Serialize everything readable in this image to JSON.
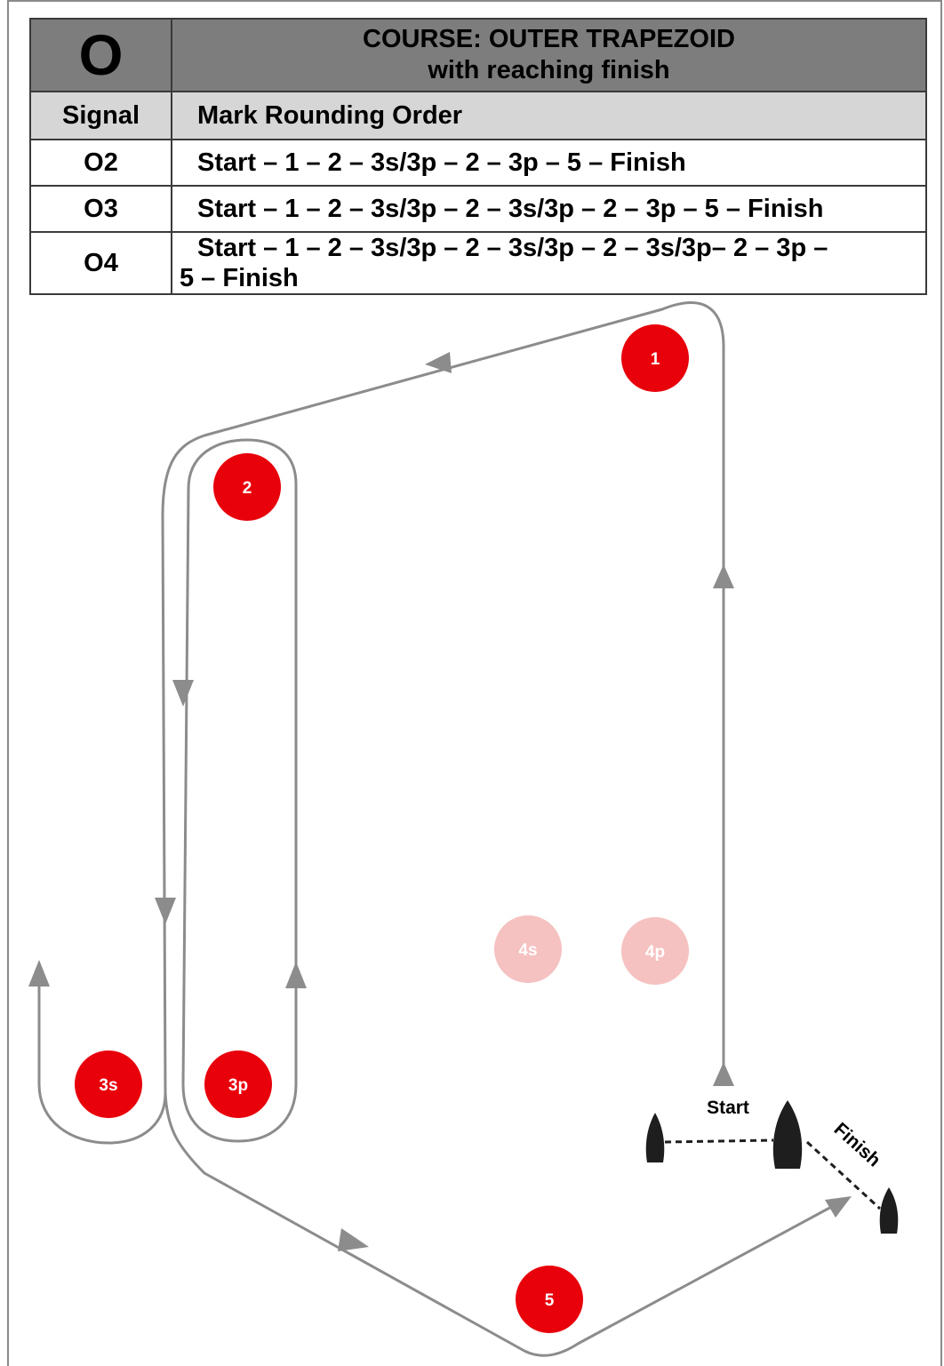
{
  "course": {
    "code": "O",
    "title_line1": "COURSE: OUTER TRAPEZOID",
    "title_line2": "with reaching finish",
    "col_signal": "Signal",
    "col_order": "Mark Rounding Order",
    "rows": [
      {
        "signal": "O2",
        "order": "Start – 1 – 2 – 3s/3p – 2 – 3p – 5 – Finish"
      },
      {
        "signal": "O3",
        "order": "Start – 1 – 2 – 3s/3p – 2 – 3s/3p – 2 – 3p – 5 – Finish"
      },
      {
        "signal": "O4",
        "order_line1": "Start – 1 – 2 – 3s/3p – 2 – 3s/3p – 2 – 3s/3p– 2 – 3p –",
        "order_line2": "5 – Finish"
      }
    ]
  },
  "diagram": {
    "marks": {
      "m1": "1",
      "m2": "2",
      "m3s": "3s",
      "m3p": "3p",
      "m4s": "4s",
      "m4p": "4p",
      "m5": "5"
    },
    "start_label": "Start",
    "finish_label": "Finish",
    "colors": {
      "mark": "#e8000b",
      "mark_faded": "#f6c1c1",
      "course_line": "#8c8c8c",
      "boat": "#1e1e1e"
    }
  }
}
